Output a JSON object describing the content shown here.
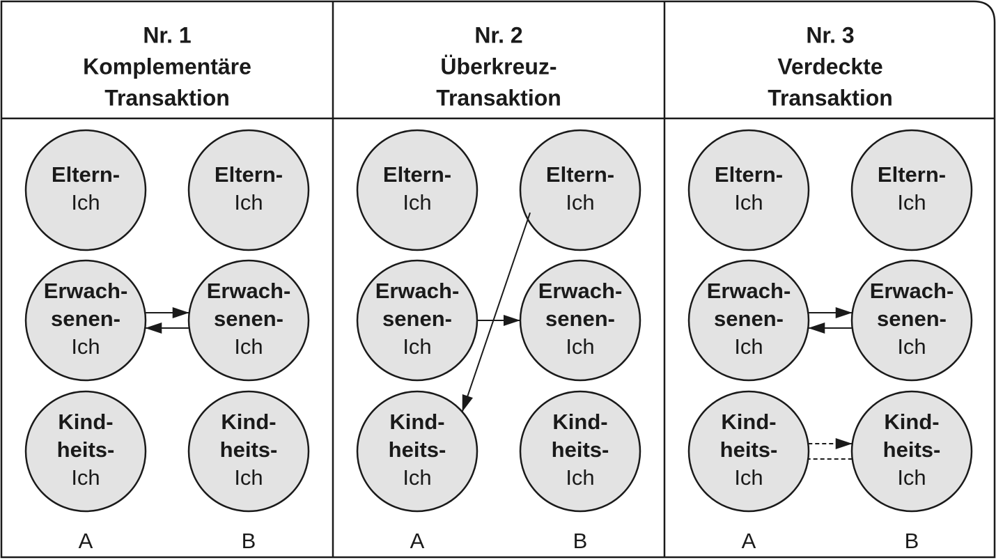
{
  "panels": [
    {
      "title_lines": [
        "Nr. 1",
        "Komplementäre",
        "Transaktion"
      ],
      "person_a": "A",
      "person_b": "B"
    },
    {
      "title_lines": [
        "Nr. 2",
        "Überkreuz-",
        "Transaktion"
      ],
      "person_a": "A",
      "person_b": "B"
    },
    {
      "title_lines": [
        "Nr. 3",
        "Verdeckte",
        "Transaktion"
      ],
      "person_a": "A",
      "person_b": "B"
    }
  ],
  "ego_states": {
    "parent": {
      "bold_lines": [
        "Eltern-"
      ],
      "normal_lines": [
        "Ich"
      ]
    },
    "adult": {
      "bold_lines": [
        "Erwach-",
        "senen-"
      ],
      "normal_lines": [
        "Ich"
      ]
    },
    "child": {
      "bold_lines": [
        "Kind-",
        "heits-"
      ],
      "normal_lines": [
        "Ich"
      ]
    }
  },
  "transactions": [
    [
      {
        "from": "A.adult",
        "to": "B.adult",
        "style": "solid"
      },
      {
        "from": "B.adult",
        "to": "A.adult",
        "style": "solid"
      }
    ],
    [
      {
        "from": "A.adult",
        "to": "B.adult",
        "style": "solid"
      },
      {
        "from": "B.parent",
        "to": "A.child",
        "style": "solid"
      }
    ],
    [
      {
        "from": "A.adult",
        "to": "B.adult",
        "style": "solid"
      },
      {
        "from": "B.adult",
        "to": "A.adult",
        "style": "solid"
      },
      {
        "from": "A.child",
        "to": "B.child",
        "style": "dashed"
      },
      {
        "from": "B.child",
        "to": "A.child",
        "style": "dashed",
        "no_head": true
      }
    ]
  ]
}
